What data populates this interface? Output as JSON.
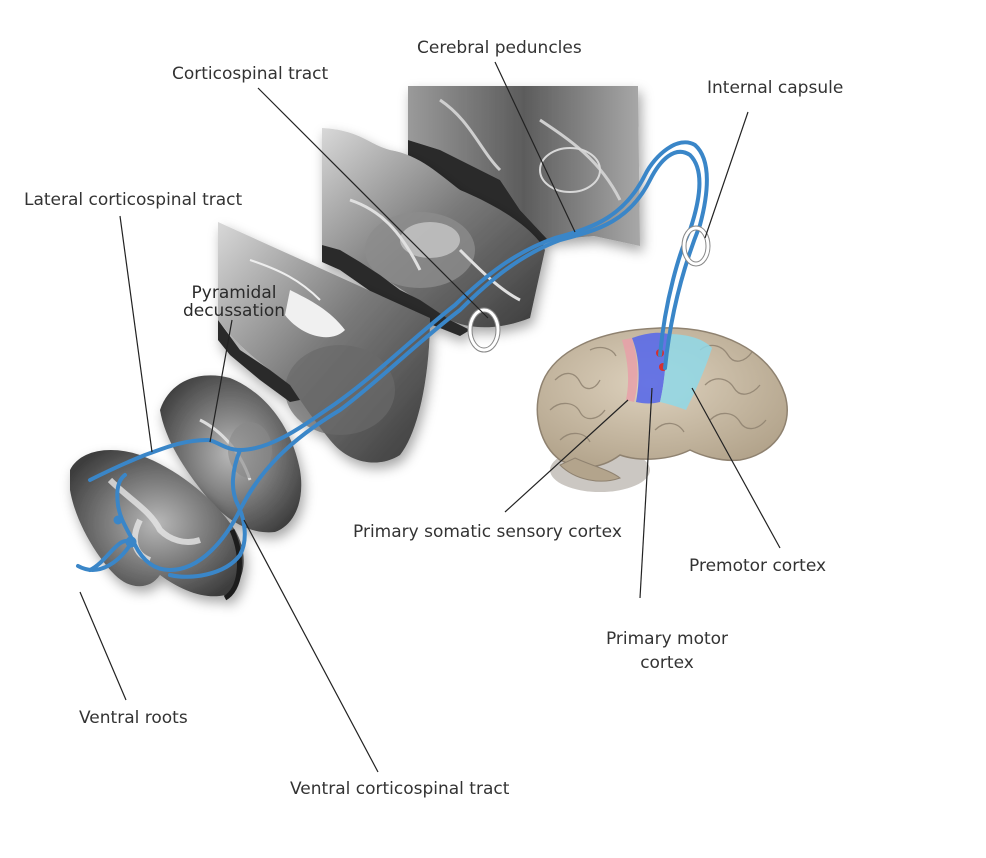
{
  "labels": {
    "cerebral_peduncles": "Cerebral peduncles",
    "corticospinal_tract": "Corticospinal tract",
    "internal_capsule": "Internal capsule",
    "lateral_corticospinal_tract": "Lateral corticospinal tract",
    "pyramidal_decussation_line1": "Pyramidal",
    "pyramidal_decussation_line2": "decussation",
    "primary_somatic_sensory_cortex": "Primary somatic sensory cortex",
    "premotor_cortex": "Premotor cortex",
    "primary_motor_cortex_line1": "Primary motor",
    "primary_motor_cortex_line2": "cortex",
    "ventral_roots": "Ventral roots",
    "ventral_corticospinal_tract": "Ventral corticospinal tract"
  },
  "colors": {
    "tract": "#3a86c8",
    "sensory_cortex": "#e8a0a8",
    "motor_cortex": "#5a6ae8",
    "premotor_cortex": "#8fd8e8",
    "brain": "#cdbfa8",
    "label_text": "#333333",
    "leader_line": "#222222"
  }
}
